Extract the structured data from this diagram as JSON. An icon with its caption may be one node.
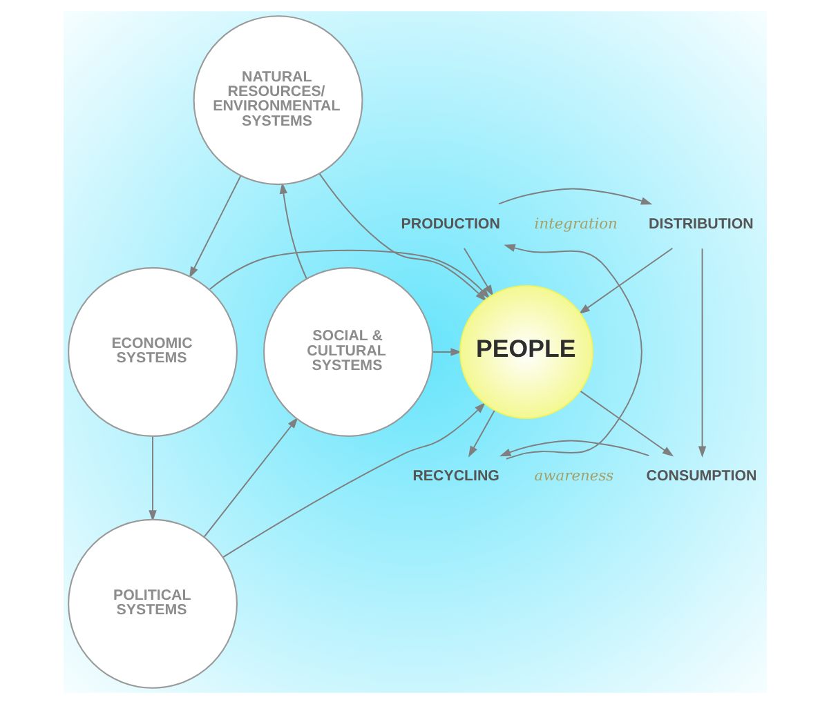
{
  "diagram": {
    "nodes": [
      {
        "text": [
          "NATURAL RESOURCES/ ENVIRONMENTAL SYSTEMS"
        ]
      },
      {
        "text": [
          "PRODUCTION"
        ]
      },
      {
        "text": [
          "DISTRIBUTION"
        ]
      },
      {
        "text": [
          "SOCIAL & CULTURAL SYSTEMS"
        ]
      },
      {
        "text": [
          "PEOPLE"
        ]
      },
      {
        "text": [
          "ECONOMIC SYSTEMS"
        ]
      },
      {
        "text": [
          "RECYCLING"
        ]
      },
      {
        "text": [
          "CONSUMPTION"
        ]
      },
      {
        "text": [
          "POLITICAL SYSTEMS"
        ]
      }
    ],
    "edges": [
      {
        "from": 3,
        "to": 0,
        "arrow": "to"
      },
      {
        "from": 0,
        "to": 4,
        "arrow": "to"
      },
      {
        "from": 0,
        "to": 5,
        "arrow": "to"
      },
      {
        "from": 5,
        "to": 4,
        "arrow": "to"
      },
      {
        "from": 8,
        "to": 3,
        "arrow": "to"
      },
      {
        "from": 4,
        "to": 6,
        "arrow": "to"
      },
      {
        "from": 8,
        "to": 4,
        "arrow": "to"
      },
      {
        "from": 4,
        "to": 7,
        "arrow": "to"
      },
      {
        "from": 5,
        "to": 8,
        "arrow": "to"
      },
      {
        "from": 3,
        "to": 4,
        "arrow": "to"
      },
      {
        "from": 1,
        "to": 4,
        "arrow": "to"
      },
      {
        "from": 2,
        "to": 4,
        "arrow": "to"
      },
      {
        "from": 1,
        "to": 2,
        "arrow": "to"
      },
      {
        "from": 2,
        "to": 7,
        "arrow": "to"
      },
      {
        "from": 7,
        "to": 6,
        "arrow": "to"
      },
      {
        "from": 6,
        "to": 1,
        "arrow": "to"
      }
    ],
    "labels": [
      "integration",
      "awareness"
    ]
  }
}
